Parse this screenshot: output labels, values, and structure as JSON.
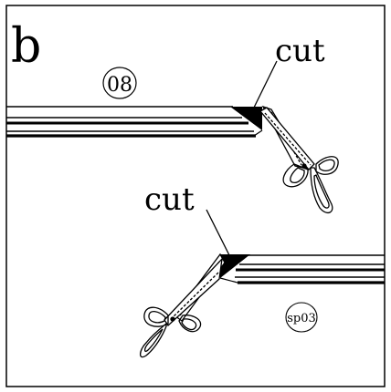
{
  "panel_letter": "b",
  "labels": {
    "cut_top": "cut",
    "cut_bottom": "cut",
    "part_top": "08",
    "part_bottom": "sp03"
  },
  "colors": {
    "line": "#000000",
    "background": "#ffffff"
  }
}
